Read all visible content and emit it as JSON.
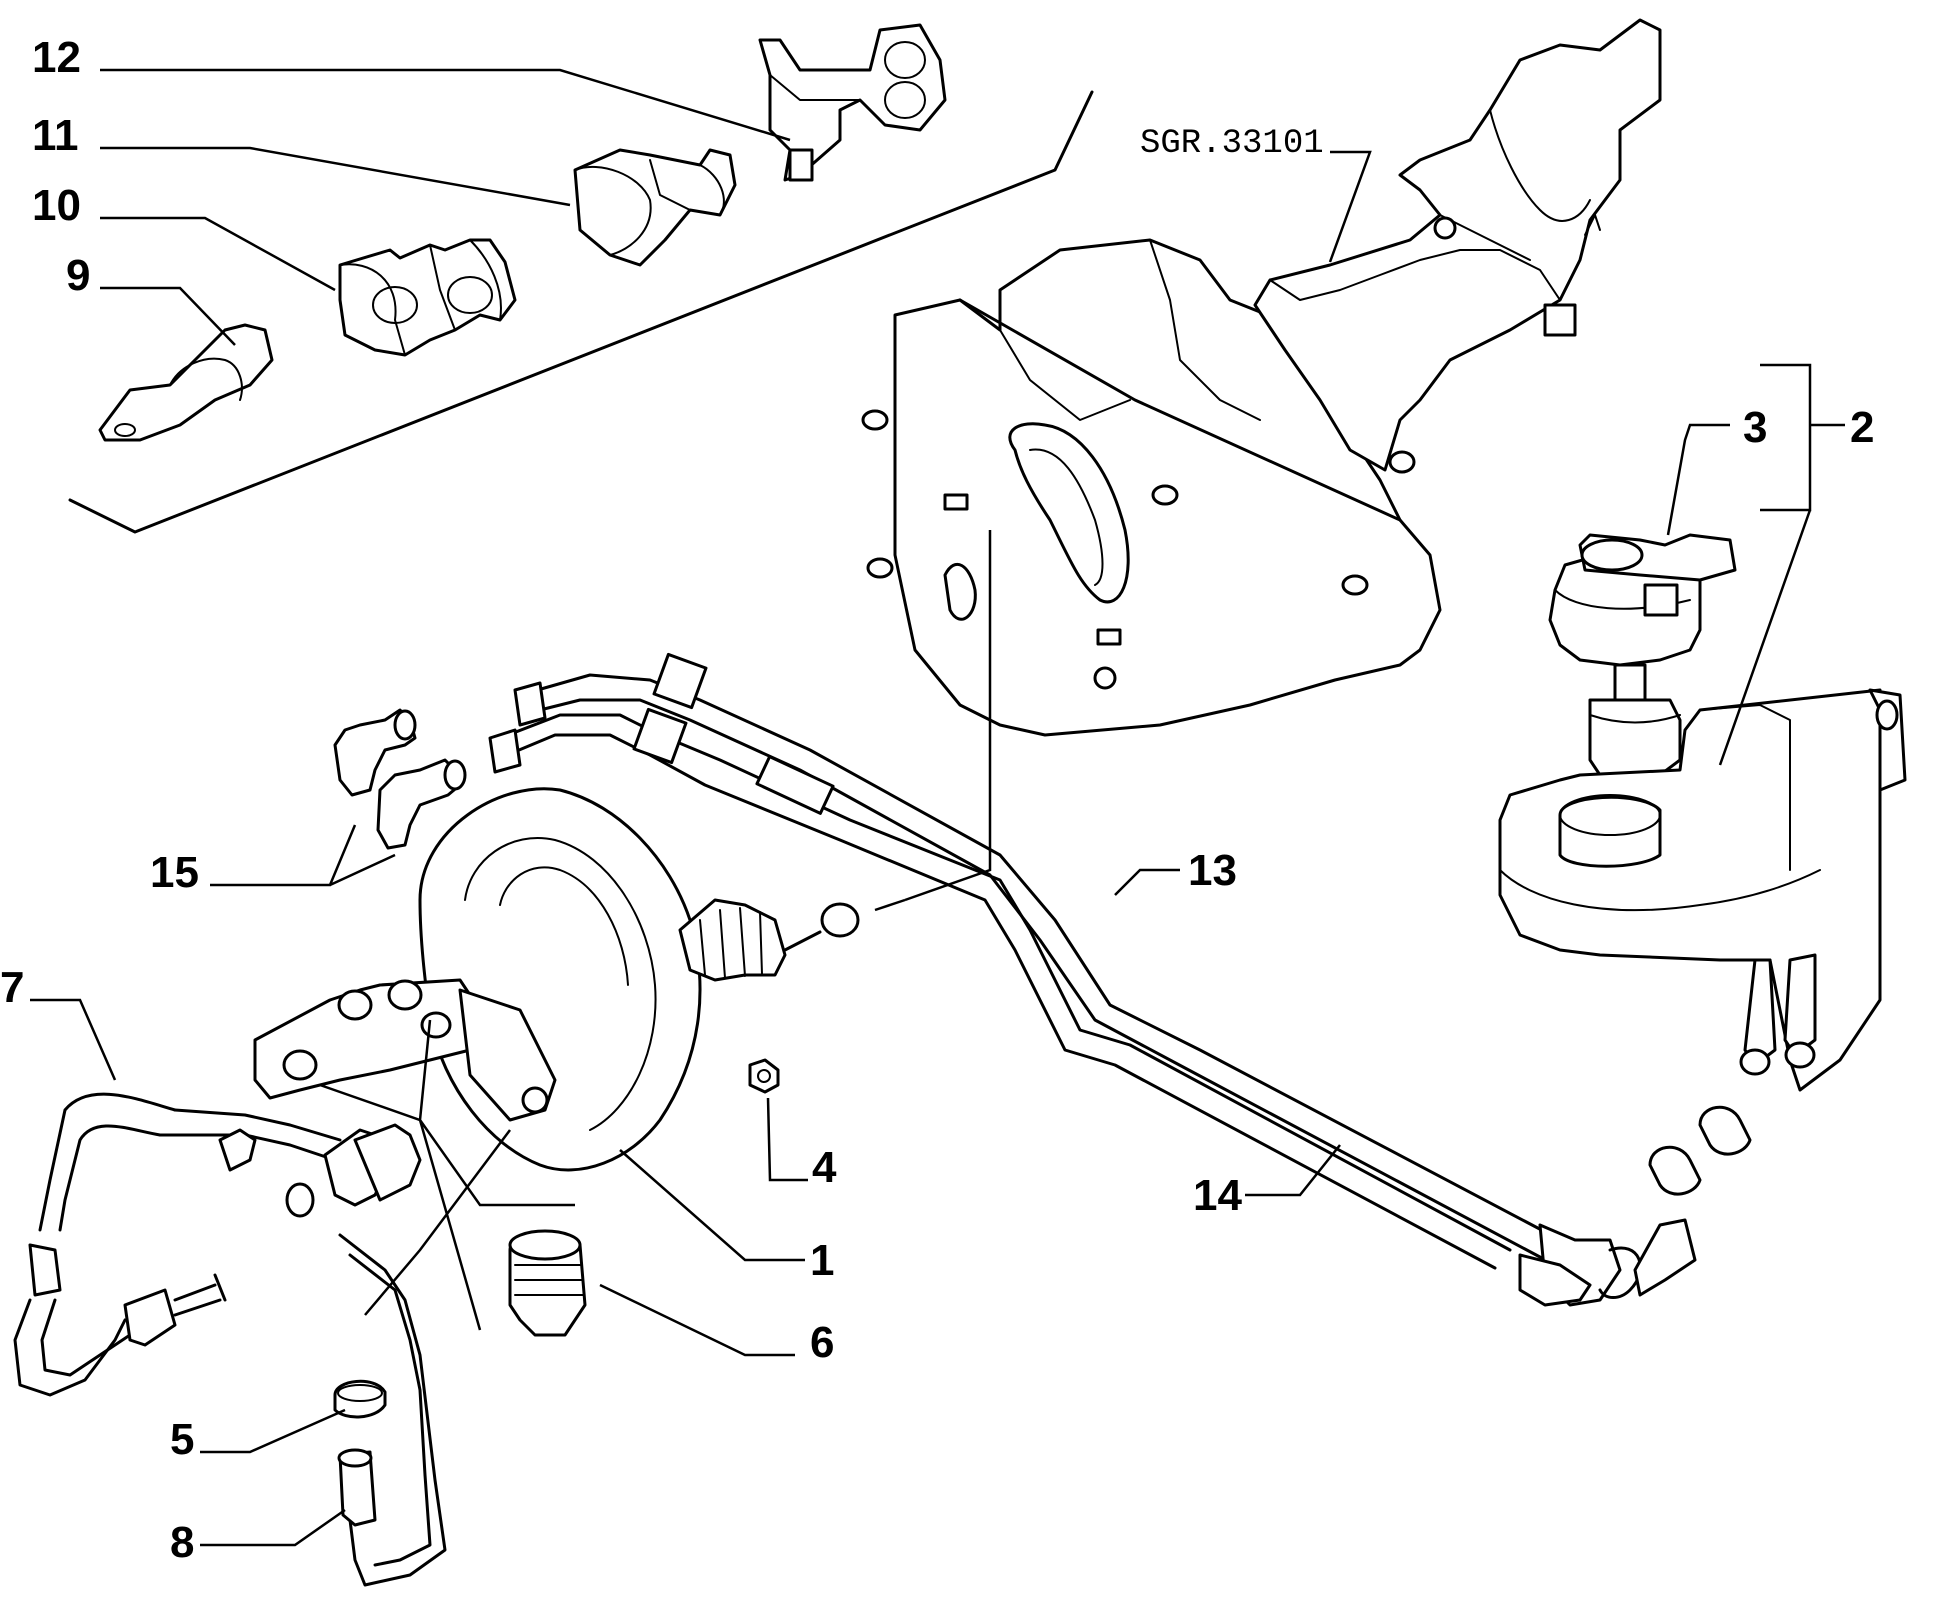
{
  "drawing": {
    "reference_code": "SGR.33101"
  },
  "callouts": {
    "c1": "1",
    "c2": "2",
    "c3": "3",
    "c4": "4",
    "c5": "5",
    "c6": "6",
    "c7": "7",
    "c8": "8",
    "c9": "9",
    "c10": "10",
    "c11": "11",
    "c12": "12",
    "c13": "13",
    "c14": "14",
    "c15": "15"
  }
}
